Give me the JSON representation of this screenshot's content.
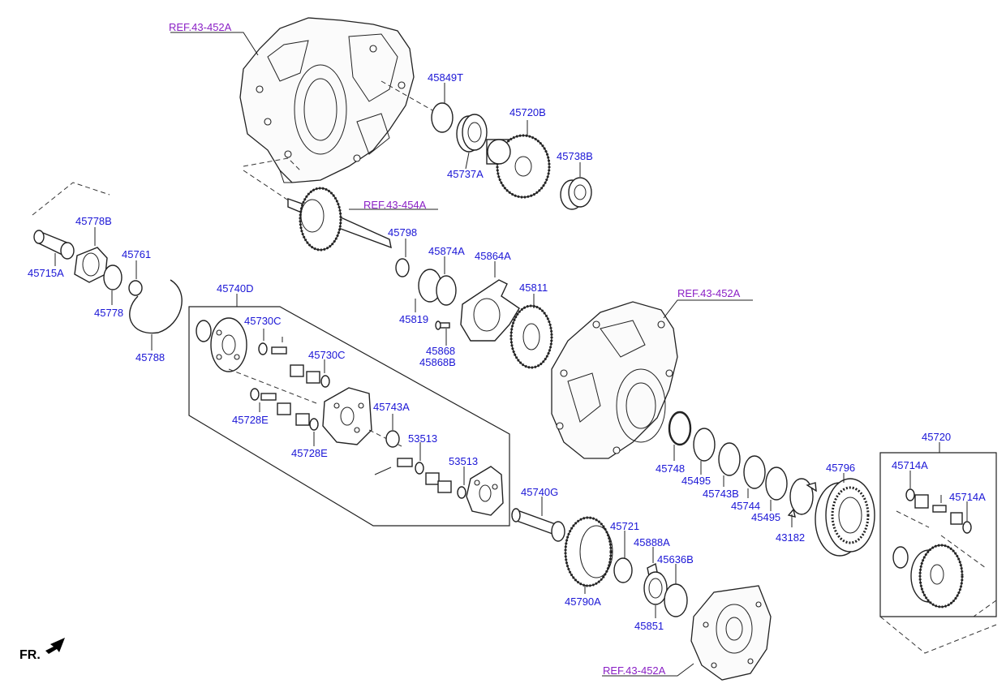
{
  "parts": {
    "p45849T": "45849T",
    "p45720B": "45720B",
    "p45737A": "45737A",
    "p45738B": "45738B",
    "p45778B": "45778B",
    "p45715A": "45715A",
    "p45761": "45761",
    "p45778": "45778",
    "p45788": "45788",
    "p45798": "45798",
    "p45874A": "45874A",
    "p45864A": "45864A",
    "p45811": "45811",
    "p45819": "45819",
    "p45868": "45868",
    "p45868B": "45868B",
    "p45740D": "45740D",
    "p45730C_1": "45730C",
    "p45730C_2": "45730C",
    "p45728E_1": "45728E",
    "p45728E_2": "45728E",
    "p45743A": "45743A",
    "p53513_1": "53513",
    "p53513_2": "53513",
    "p45740G": "45740G",
    "p45721": "45721",
    "p45888A": "45888A",
    "p45636B": "45636B",
    "p45790A": "45790A",
    "p45851": "45851",
    "p45748": "45748",
    "p45495_1": "45495",
    "p45743B": "45743B",
    "p45744": "45744",
    "p45495_2": "45495",
    "p43182": "43182",
    "p45796": "45796",
    "p45720": "45720",
    "p45714A_1": "45714A",
    "p45714A_2": "45714A"
  },
  "refs": {
    "ref_top": "REF.43-452A",
    "ref_shaft": "REF.43-454A",
    "ref_mid": "REF.43-452A",
    "ref_bottom": "REF.43-452A"
  },
  "direction": {
    "label": "FR."
  },
  "colors": {
    "part_number": "#1b16d6",
    "reference": "#8a1fc5",
    "line": "#222222"
  }
}
